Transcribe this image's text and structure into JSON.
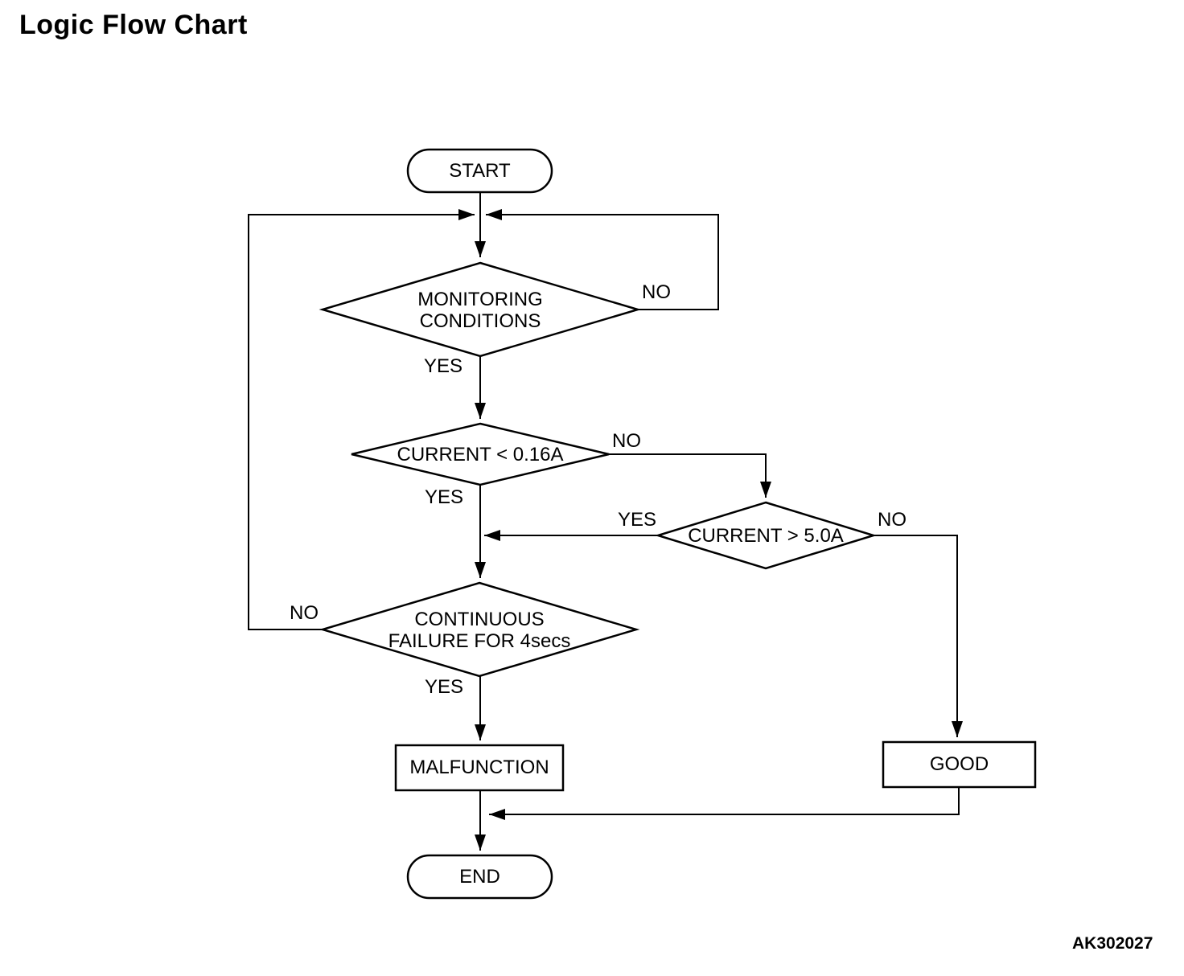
{
  "page": {
    "title": "Logic Flow Chart",
    "figure_code": "AK302027",
    "background_color": "#ffffff",
    "line_color": "#000000",
    "text_color": "#000000"
  },
  "flowchart": {
    "type": "logic-flow-chart",
    "start": {
      "label": "START"
    },
    "monitoring_conditions": {
      "line1": "MONITORING",
      "line2": "CONDITIONS",
      "yes_label": "YES",
      "no_label": "NO"
    },
    "current_below_016": {
      "label": "CURRENT < 0.16A",
      "yes_label": "YES",
      "no_label": "NO"
    },
    "current_above_50": {
      "label": "CURRENT > 5.0A",
      "yes_label": "YES",
      "no_label": "NO"
    },
    "continuous_failure": {
      "line1": "CONTINUOUS",
      "line2": "FAILURE FOR 4secs",
      "yes_label": "YES",
      "no_label": "NO"
    },
    "malfunction": {
      "label": "MALFUNCTION"
    },
    "good": {
      "label": "GOOD"
    },
    "end": {
      "label": "END"
    }
  }
}
